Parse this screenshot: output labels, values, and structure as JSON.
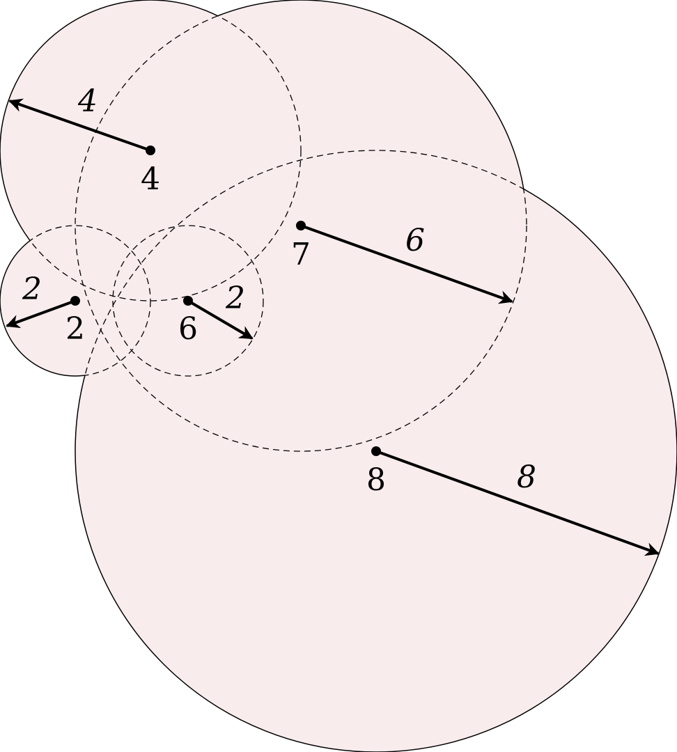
{
  "fill_color": "#f9eced",
  "stroke_color": "#000000",
  "nodes": [
    {
      "id": "4",
      "label": "4",
      "radius": 4,
      "radius_label": "4"
    },
    {
      "id": "2",
      "label": "2",
      "radius": 2,
      "radius_label": "2"
    },
    {
      "id": "6",
      "label": "6",
      "radius": 2,
      "radius_label": "2"
    },
    {
      "id": "7",
      "label": "7",
      "radius": 6,
      "radius_label": "6"
    },
    {
      "id": "8",
      "label": "8",
      "radius": 8,
      "radius_label": "8"
    }
  ]
}
